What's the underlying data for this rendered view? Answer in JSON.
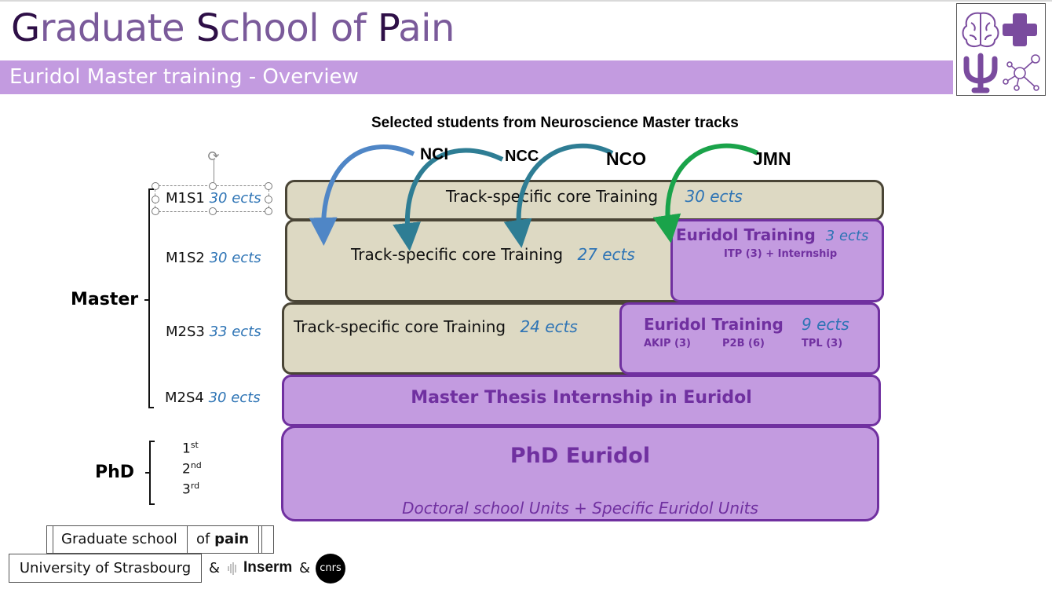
{
  "header": {
    "title_parts": [
      {
        "text": "G",
        "cap": true
      },
      {
        "text": "raduate ",
        "cap": false
      },
      {
        "text": "S",
        "cap": true
      },
      {
        "text": "chool of ",
        "cap": false
      },
      {
        "text": "P",
        "cap": true
      },
      {
        "text": "ain",
        "cap": false
      }
    ],
    "subtitle": "Euridol Master training - Overview",
    "logo_icons": [
      "brain-icon",
      "plus-cross-icon",
      "psi-icon",
      "network-icon"
    ]
  },
  "diagram": {
    "heading": "Selected students from Neuroscience Master tracks",
    "tracks": [
      {
        "label": "NCI",
        "arrow_color": "#4f86c6"
      },
      {
        "label": "NCC",
        "arrow_color": "#2e7d94"
      },
      {
        "label": "NCO",
        "arrow_color": "#2e7d94"
      },
      {
        "label": "JMN",
        "arrow_color": "#1aa34a"
      }
    ],
    "groups": {
      "master": "Master",
      "phd": "PhD"
    },
    "semesters": [
      {
        "code": "M1S1",
        "ects": "30 ects"
      },
      {
        "code": "M1S2",
        "ects": "30 ects"
      },
      {
        "code": "M2S3",
        "ects": "33 ects"
      },
      {
        "code": "M2S4",
        "ects": "30 ects"
      }
    ],
    "phd_years": [
      {
        "num": "1",
        "suffix": "st"
      },
      {
        "num": "2",
        "suffix": "nd"
      },
      {
        "num": "3",
        "suffix": "rd"
      }
    ],
    "blocks": {
      "m1s1_core": {
        "label": "Track-specific core Training",
        "ects": "30 ects"
      },
      "m1s2_core": {
        "label": "Track-specific core Training",
        "ects": "27 ects"
      },
      "m1s2_euridol": {
        "label": "Euridol Training",
        "ects": "3 ects",
        "detail": "ITP (3) + Internship"
      },
      "m2s3_core": {
        "label": "Track-specific core Training",
        "ects": "24 ects"
      },
      "m2s3_euridol": {
        "label": "Euridol Training",
        "ects": "9 ects",
        "units": [
          "AKIP (3)",
          "P2B (6)",
          "TPL (3)"
        ]
      },
      "m2s4": {
        "label": "Master Thesis Internship in Euridol"
      },
      "phd": {
        "label": "PhD Euridol",
        "detail": "Doctoral school Units + Specific Euridol Units"
      }
    },
    "colors": {
      "core_fill": "#ddd9c3",
      "core_border": "#4a4536",
      "euridol_fill": "#c39be0",
      "euridol_border": "#7030a0",
      "ects_text": "#2e74b5"
    }
  },
  "footer": {
    "gs_left": "Graduate school",
    "gs_of": "of ",
    "gs_pain": "pain",
    "university": "University of Strasbourg",
    "amp": "&",
    "inserm": "Inserm",
    "cnrs": "cnrs"
  }
}
